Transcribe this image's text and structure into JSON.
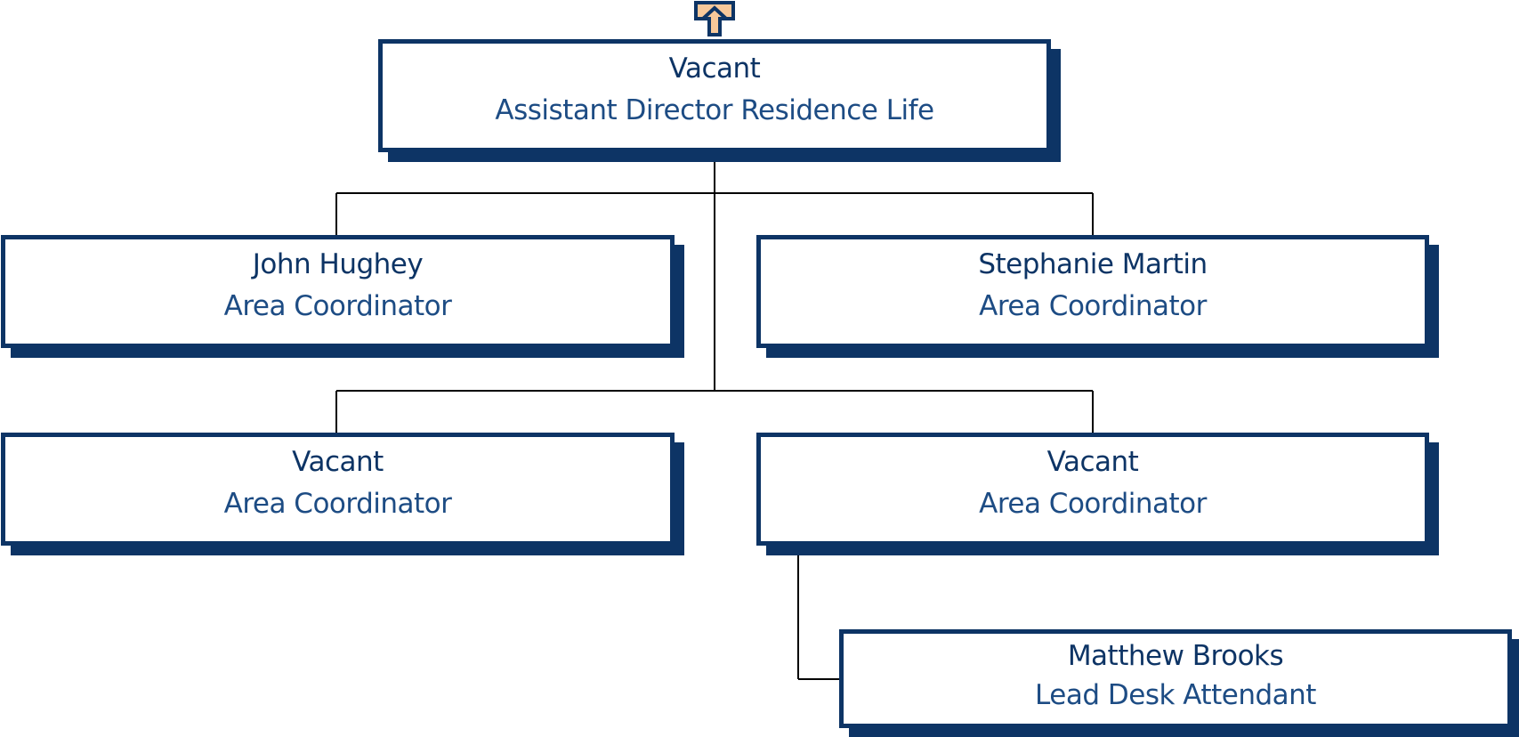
{
  "colors": {
    "box_border": "#0d3465",
    "box_shadow": "#0d3465",
    "name_text": "#0d3465",
    "title_text": "#1d4c84",
    "connector": "#000000",
    "up_arrow_fill": "#f7c89a",
    "up_arrow_stroke": "#0d3465"
  },
  "up_arrow": {
    "icon": "up-arrow-icon"
  },
  "nodes": {
    "top": {
      "name": "Vacant",
      "title": "Assistant Director Residence Life"
    },
    "john_hughey": {
      "name": "John Hughey",
      "title": "Area Coordinator"
    },
    "stephanie_martin": {
      "name": "Stephanie Martin",
      "title": "Area Coordinator"
    },
    "vacant_left": {
      "name": "Vacant",
      "title": "Area Coordinator"
    },
    "vacant_right": {
      "name": "Vacant",
      "title": "Area Coordinator"
    },
    "matthew_brooks": {
      "name": "Matthew Brooks",
      "title": "Lead Desk Attendant"
    }
  }
}
